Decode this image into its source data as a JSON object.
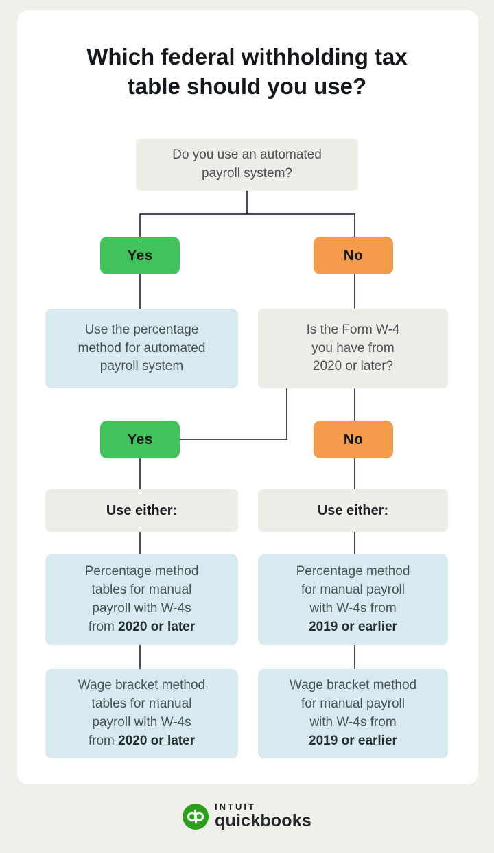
{
  "title": "Which federal withholding tax\ntable should you use?",
  "colors": {
    "background": "#f0efe9",
    "card": "#ffffff",
    "question_box": "#eeede7",
    "answer_box": "#d7eaf0",
    "yes_button": "#41c35c",
    "no_button": "#f49b4c",
    "connector_line": "#454f5e",
    "quickbooks_green": "#2ca01c"
  },
  "nodes": {
    "q_automated": "Do you use an automated\npayroll system?",
    "yes_1": "Yes",
    "no_1": "No",
    "result_automated": "Use the percentage\nmethod for automated\npayroll system",
    "q_w4": "Is the Form W-4\nyou have from\n2020 or later?",
    "yes_2": "Yes",
    "no_2": "No",
    "use_either_left": "Use either:",
    "use_either_right": "Use either:",
    "percentage_left": {
      "text": "Percentage method\ntables for manual\npayroll with W-4s\nfrom ",
      "bold": "2020 or later"
    },
    "percentage_right": {
      "text": "Percentage method\nfor manual payroll\nwith W-4s from\n",
      "bold": "2019 or earlier"
    },
    "wage_left": {
      "text": "Wage bracket method\ntables for manual\npayroll with W-4s\nfrom ",
      "bold": "2020 or later"
    },
    "wage_right": {
      "text": "Wage bracket method\nfor manual payroll\nwith W-4s from\n",
      "bold": "2019 or earlier"
    }
  },
  "footer": {
    "brand_line1": "INTUIT",
    "brand_line2": "quickbooks"
  }
}
